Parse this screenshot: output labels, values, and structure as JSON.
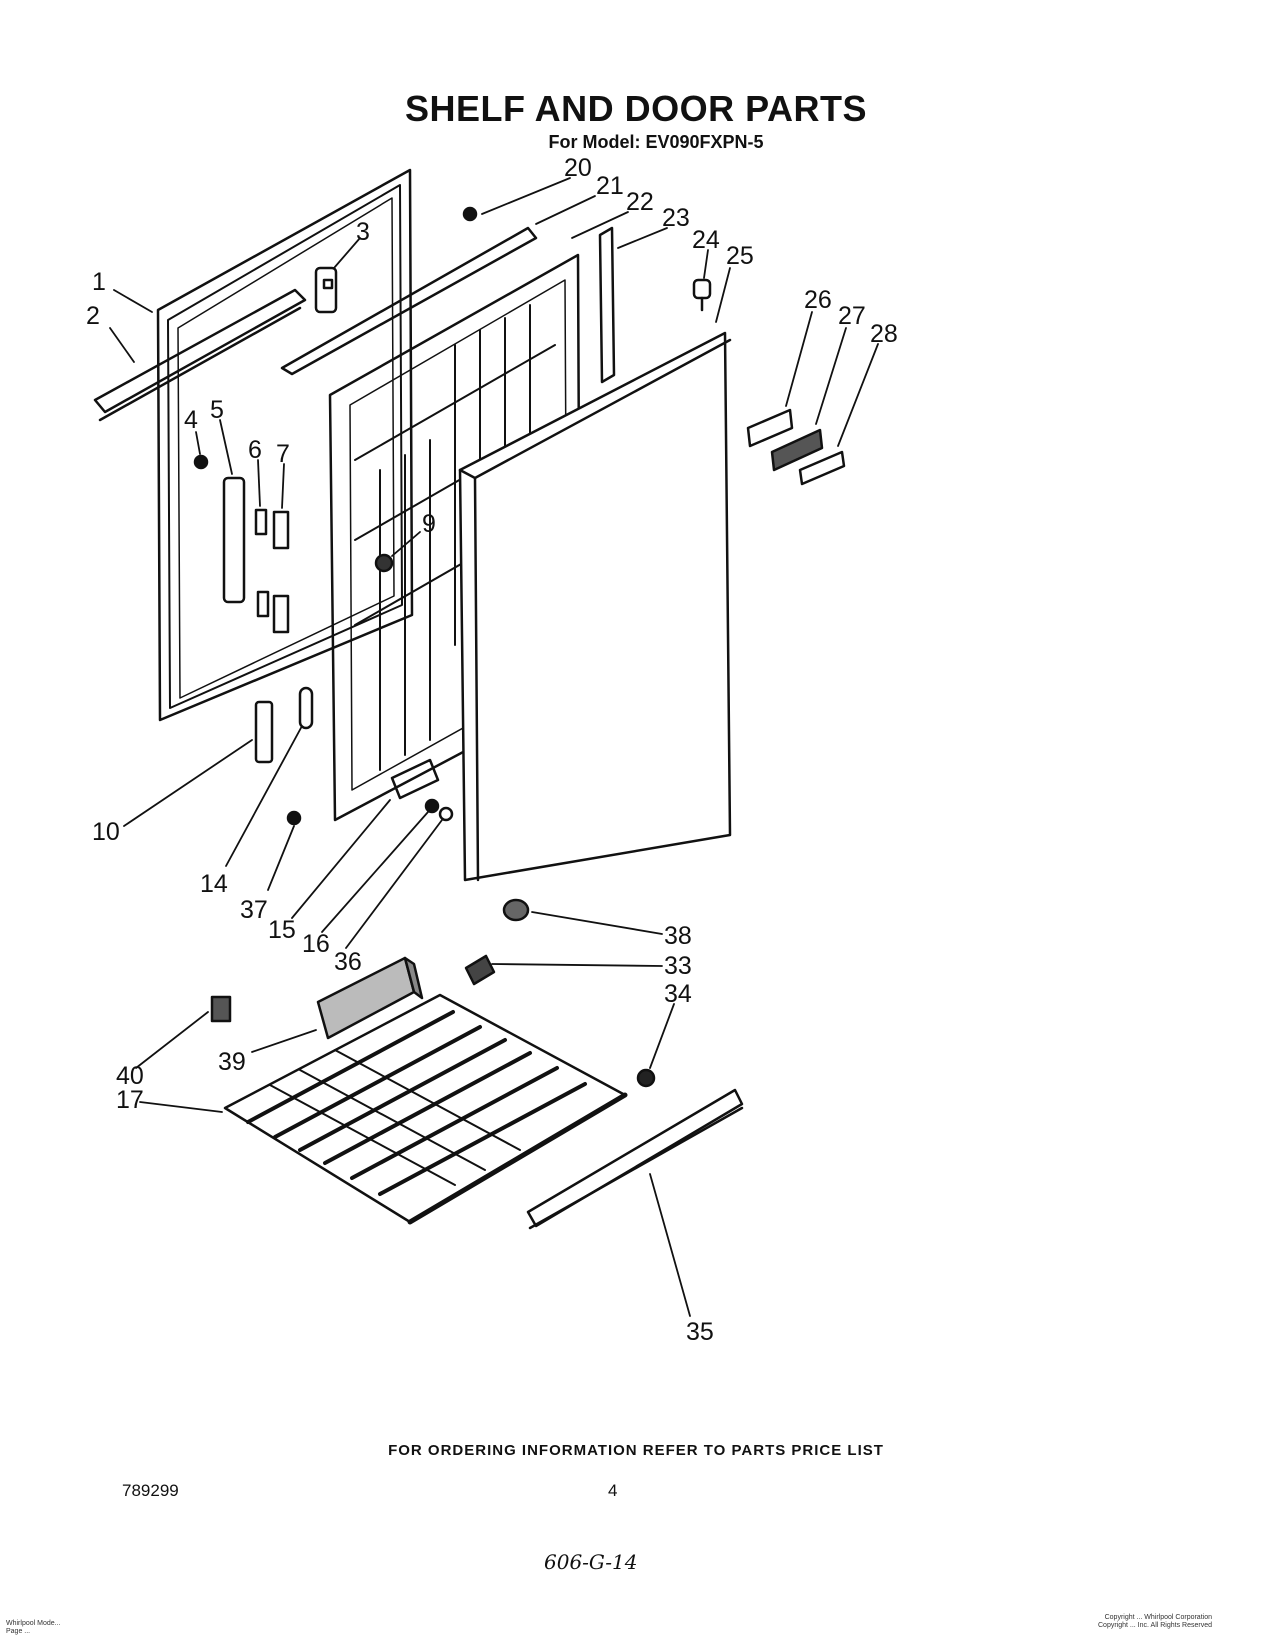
{
  "header": {
    "title": "SHELF AND DOOR PARTS",
    "subtitle": "For Model: EV090FXPN-5"
  },
  "callouts": [
    "1",
    "2",
    "3",
    "4",
    "5",
    "6",
    "7",
    "9",
    "10",
    "14",
    "15",
    "16",
    "17",
    "20",
    "21",
    "22",
    "23",
    "24",
    "25",
    "26",
    "27",
    "28",
    "33",
    "34",
    "35",
    "36",
    "37",
    "38",
    "39",
    "40"
  ],
  "footer": {
    "ordering_note": "FOR ORDERING INFORMATION REFER TO PARTS PRICE LIST",
    "doc_number": "789299",
    "page_number": "4",
    "handwritten_note": "606-G-14",
    "fine_print_left": [
      "Whirlpool Mode...",
      "Page ..."
    ],
    "fine_print_right": [
      "Copyright ... Whirlpool Corporation",
      "Copyright ... Inc. All Rights Reserved"
    ]
  }
}
